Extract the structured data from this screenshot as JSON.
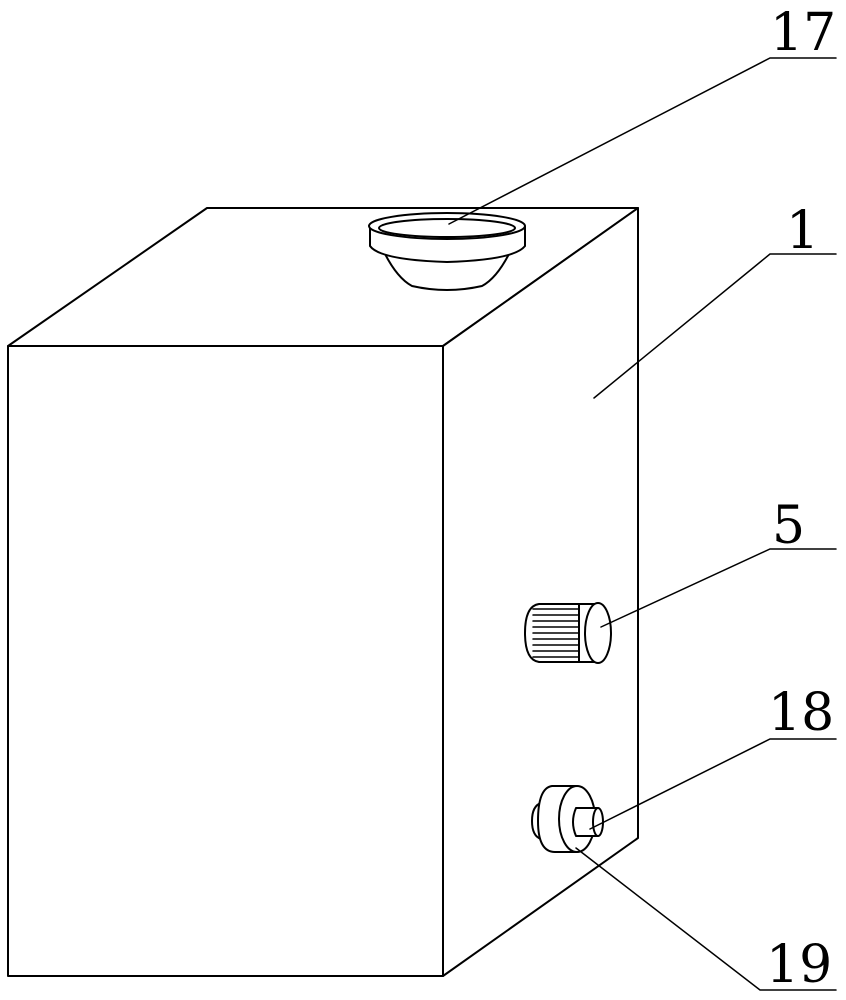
{
  "figure": {
    "labels": {
      "cover_inlet": "17",
      "tank_body": "1",
      "knob": "5",
      "outlet_pipe": "18",
      "outlet_base": "19"
    }
  }
}
